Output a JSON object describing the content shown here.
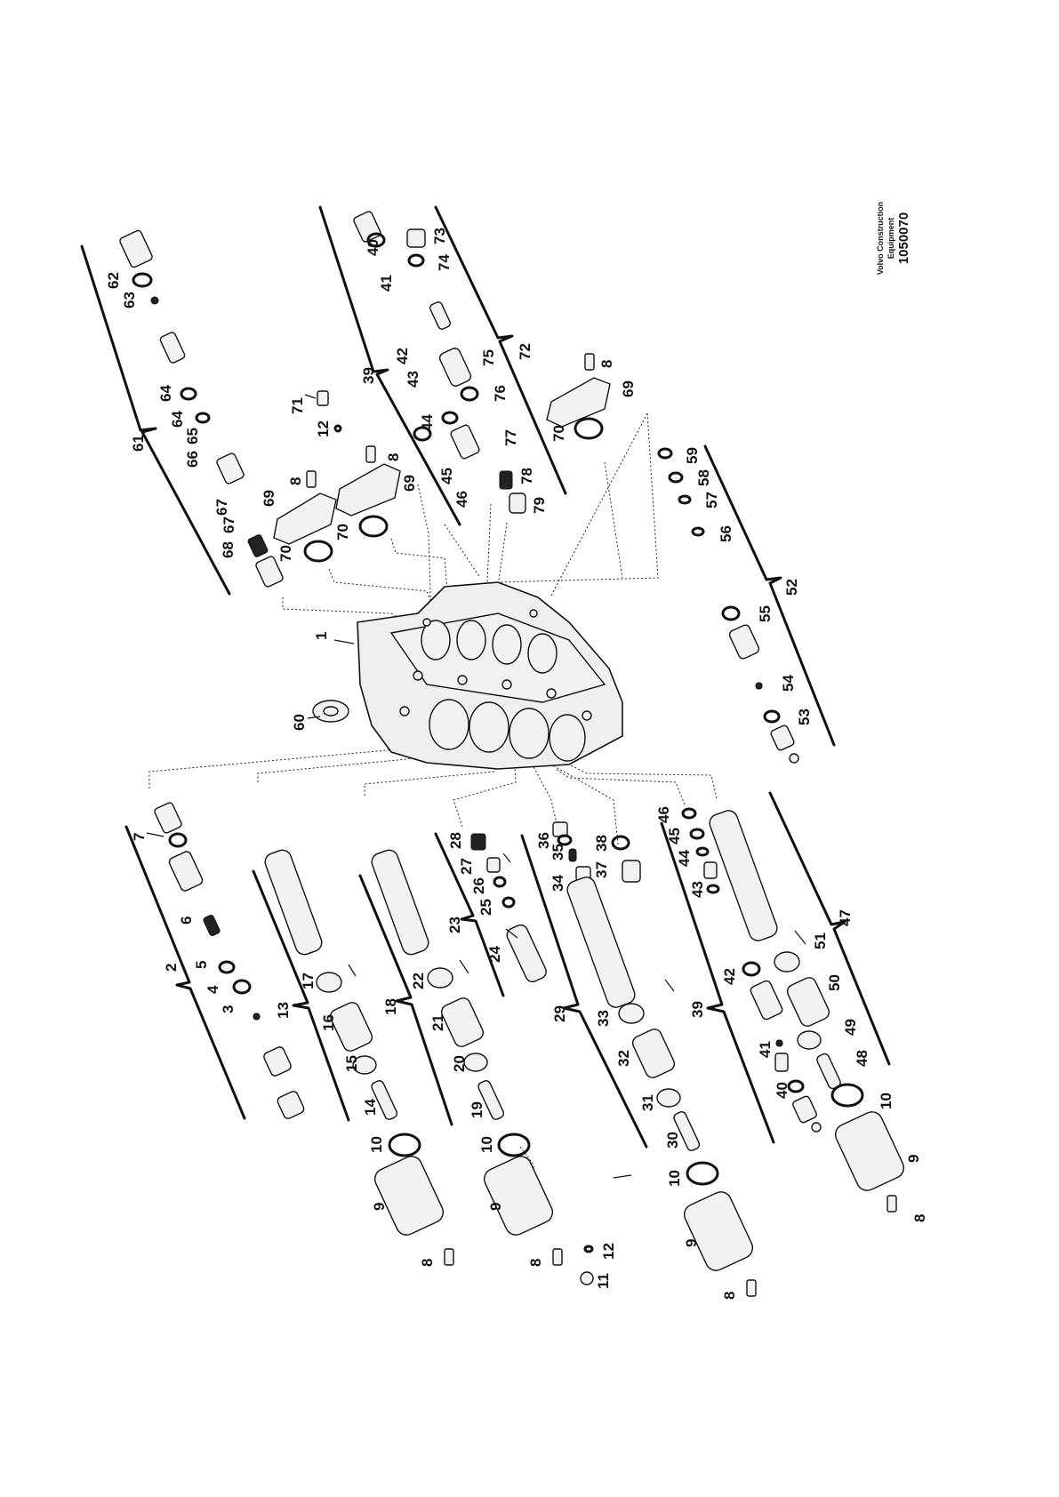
{
  "drawing": {
    "brand_line1": "Volvo Construction",
    "brand_line2": "Equipment",
    "drawing_number": "1050070"
  },
  "callouts": {
    "c1": "1",
    "c2": "2",
    "c3": "3",
    "c4": "4",
    "c5": "5",
    "c6": "6",
    "c7": "7",
    "c8": "8",
    "c9": "9",
    "c10": "10",
    "c11": "11",
    "c12": "12",
    "c13": "13",
    "c14": "14",
    "c15": "15",
    "c16": "16",
    "c17": "17",
    "c18": "18",
    "c19": "19",
    "c20": "20",
    "c21": "21",
    "c22": "22",
    "c23": "23",
    "c24": "24",
    "c25": "25",
    "c26": "26",
    "c27": "27",
    "c28": "28",
    "c29": "29",
    "c30": "30",
    "c31": "31",
    "c32": "32",
    "c33": "33",
    "c34": "34",
    "c35": "35",
    "c36": "36",
    "c37": "37",
    "c38": "38",
    "c39": "39",
    "c40": "40",
    "c41": "41",
    "c42": "42",
    "c43": "43",
    "c44": "44",
    "c45": "45",
    "c46": "46",
    "c47": "47",
    "c48": "48",
    "c49": "49",
    "c50": "50",
    "c51": "51",
    "c52": "52",
    "c53": "53",
    "c54": "54",
    "c55": "55",
    "c56": "56",
    "c57": "57",
    "c58": "58",
    "c59": "59",
    "c60": "60",
    "c61": "61",
    "c62": "62",
    "c63": "63",
    "c64": "64",
    "c65": "65",
    "c66": "66",
    "c67": "67",
    "c68": "68",
    "c69": "69",
    "c70": "70",
    "c71": "71",
    "c72": "72",
    "c73": "73",
    "c74": "74",
    "c75": "75",
    "c76": "76",
    "c77": "77",
    "c78": "78",
    "c79": "79"
  }
}
